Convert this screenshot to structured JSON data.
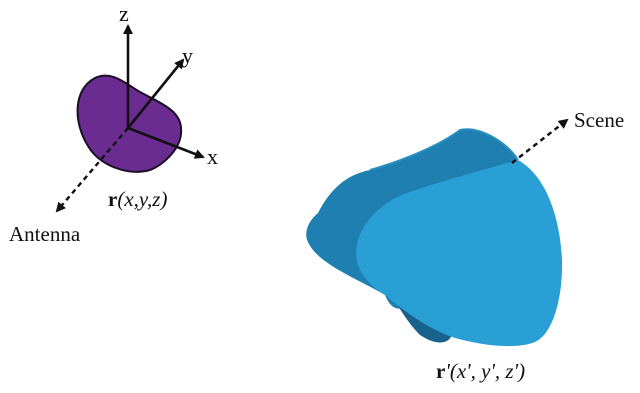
{
  "axes": {
    "z": "z",
    "y": "y",
    "x": "x"
  },
  "antenna": {
    "label": "Antenna",
    "position_label": {
      "bold": "r",
      "rest": "(x,y,z)"
    },
    "fill_color": "#6a2c91"
  },
  "scene": {
    "label": "Scene",
    "position_label": {
      "bold": "r",
      "rest": "'(x', y', z')"
    },
    "front_color": "#2a9fd6",
    "side_color": "#1e7fb0",
    "shadow_color": "#17638b"
  }
}
